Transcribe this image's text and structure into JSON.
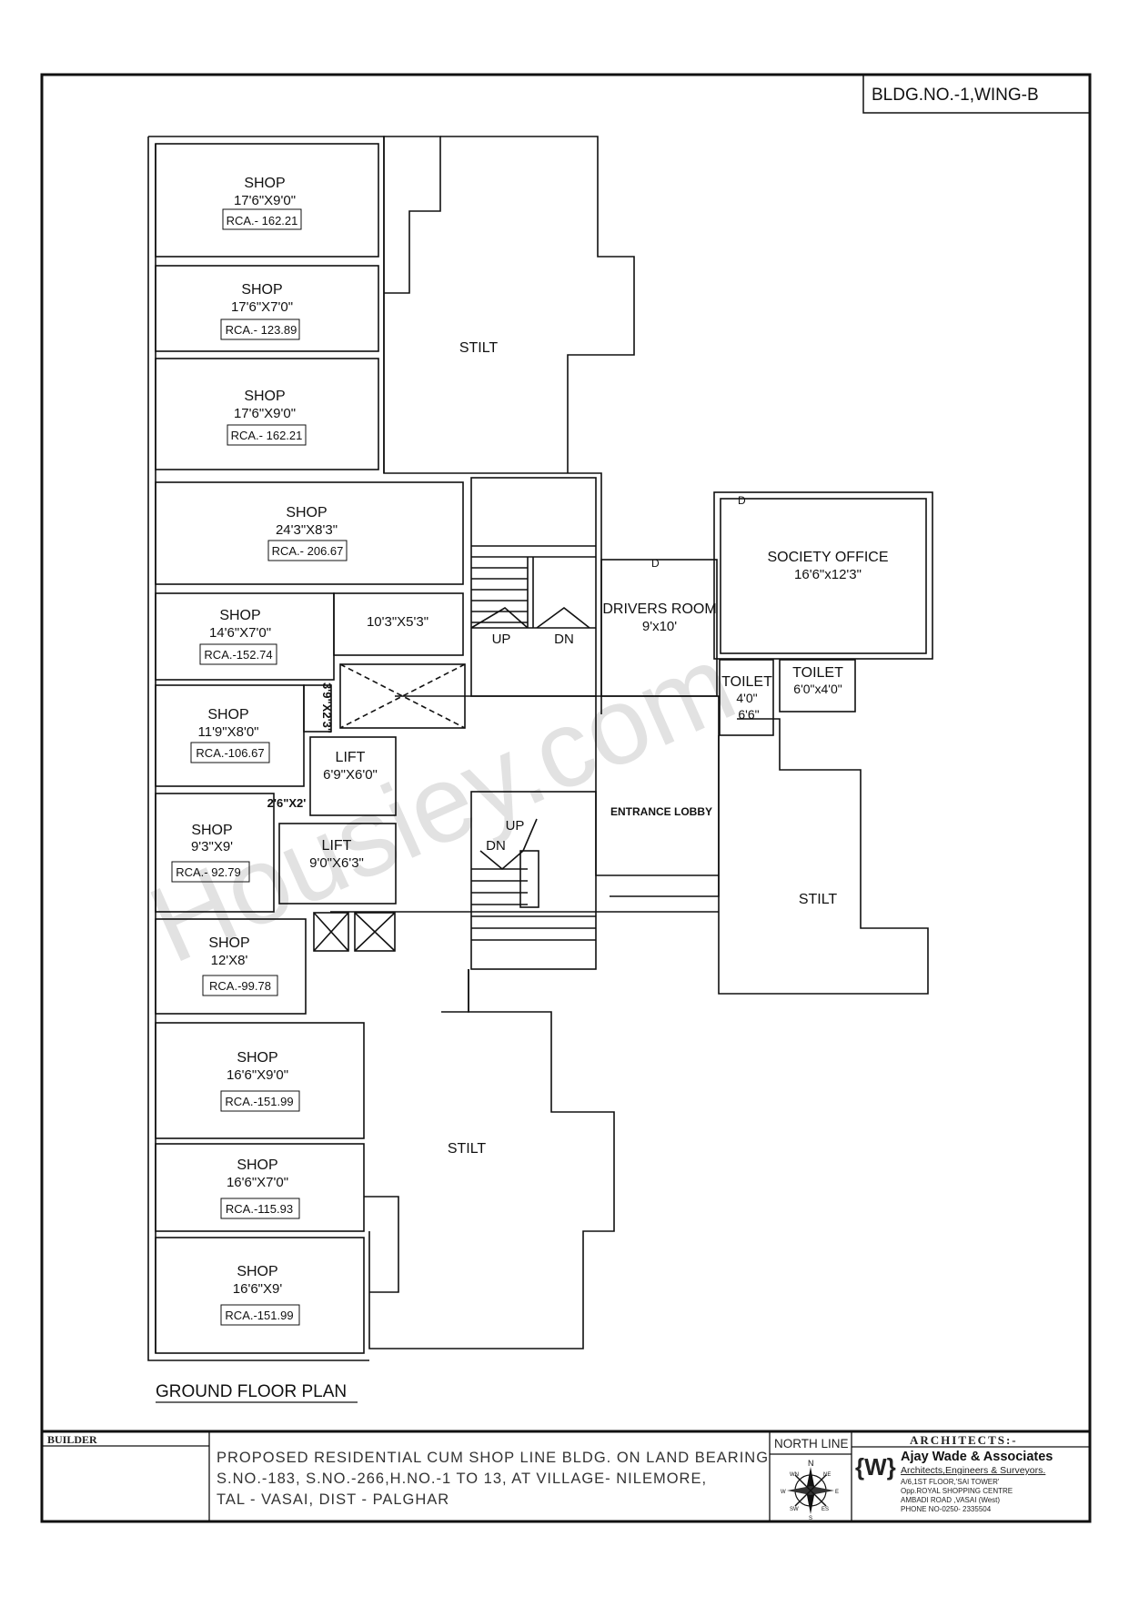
{
  "sheet": {
    "building_tag": "BLDG.NO.-1,WING-B",
    "plan_title": "GROUND FLOOR PLAN",
    "watermark": "Housiey.com"
  },
  "rooms": {
    "shop1": {
      "name": "SHOP",
      "size": "17'6\"X9'0\"",
      "rca": "RCA.- 162.21"
    },
    "shop2": {
      "name": "SHOP",
      "size": "17'6\"X7'0\"",
      "rca": "RCA.- 123.89"
    },
    "shop3": {
      "name": "SHOP",
      "size": "17'6\"X9'0\"",
      "rca": "RCA.- 162.21"
    },
    "shop4": {
      "name": "SHOP",
      "size": "24'3\"X8'3\"",
      "rca": "RCA.- 206.67"
    },
    "shop5": {
      "name": "SHOP",
      "size": "14'6\"X7'0\"",
      "rca": "RCA.-152.74"
    },
    "shop6": {
      "name": "SHOP",
      "size": "11'9\"X8'0\"",
      "rca": "RCA.-106.67"
    },
    "shop7": {
      "name": "SHOP",
      "size": "9'3\"X9'",
      "rca": "RCA.- 92.79"
    },
    "shop8": {
      "name": "SHOP",
      "size": "12'X8'",
      "rca": "RCA.-99.78"
    },
    "shop9": {
      "name": "SHOP",
      "size": "16'6\"X9'0\"",
      "rca": "RCA.-151.99"
    },
    "shop10": {
      "name": "SHOP",
      "size": "16'6\"X7'0\"",
      "rca": "RCA.-115.93"
    },
    "shop11": {
      "name": "SHOP",
      "size": "16'6\"X9'",
      "rca": "RCA.-151.99"
    },
    "store": {
      "size": "10'3\"X5'3\""
    },
    "duct1": {
      "size": "3'9\"X2'3\""
    },
    "duct2": {
      "size": "2'6\"X2'"
    },
    "lift1": {
      "name": "LIFT",
      "size": "6'9\"X6'0\""
    },
    "lift2": {
      "name": "LIFT",
      "size": "9'0\"X6'3\""
    },
    "drivers_room": {
      "name": "DRIVERS ROOM",
      "size": "9'x10'"
    },
    "society_office": {
      "name": "SOCIETY OFFICE",
      "size": "16'6\"x12'3\""
    },
    "toilet1": {
      "name": "TOILET",
      "size_a": "4'0\"",
      "size_b": "6'6\""
    },
    "toilet2": {
      "name": "TOILET",
      "size": "6'0\"x4'0\""
    },
    "entrance_lobby": {
      "name": "ENTRANCE LOBBY"
    },
    "stilt_top": "STILT",
    "stilt_right": "STILT",
    "stilt_bottom": "STILT"
  },
  "stair_labels": {
    "up1": "UP",
    "dn1": "DN",
    "up2": "UP",
    "dn2": "DN"
  },
  "door_mark": "D",
  "title_block": {
    "builder_label": "BUILDER",
    "project_line1": "PROPOSED RESIDENTIAL CUM SHOP LINE BLDG. ON LAND BEARING",
    "project_line2": "S.NO.-183, S.NO.-266,H.NO.-1 TO 13, AT VILLAGE- NILEMORE,",
    "project_line3": "TAL - VASAI, DIST - PALGHAR",
    "north_label": "NORTH LINE",
    "compass": {
      "n": "N",
      "ne": "NE",
      "e": "E",
      "se": "ES",
      "s": "S",
      "sw": "SW",
      "w": "W",
      "nw": "WN"
    },
    "architects_label": "ARCHITECTS:-",
    "firm_logo": "{W}",
    "firm_name": "Ajay Wade & Associates",
    "firm_tagline": "Architects,Engineers & Surveyors.",
    "address1": "A/6,1ST FLOOR,'SAI TOWER'",
    "address2": "Opp.ROYAL SHOPPING CENTRE",
    "address3": "AMBADI ROAD ,VASAI (West)",
    "phone": "PHONE NO-0250- 2335504"
  }
}
